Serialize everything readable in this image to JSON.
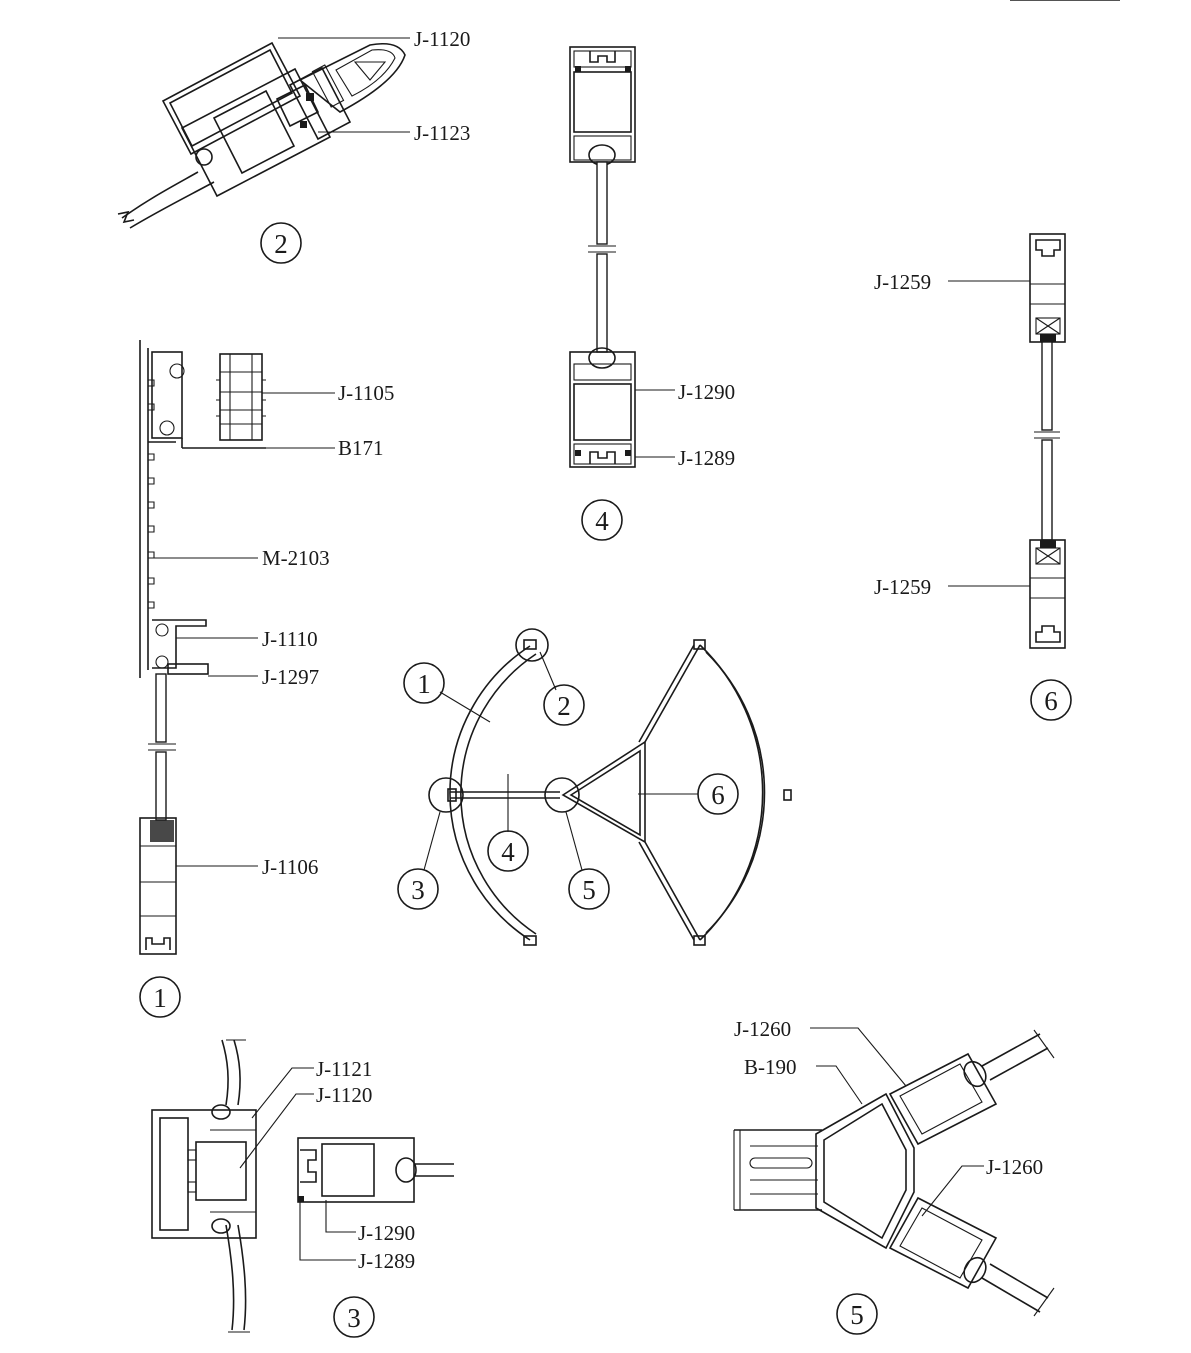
{
  "callouts": {
    "d2_top": "J-1120",
    "d2_bottom": "J-1123",
    "d1_a": "J-1105",
    "d1_b": "B171",
    "d1_c": "M-2103",
    "d1_d": "J-1110",
    "d1_e": "J-1297",
    "d1_f": "J-1106",
    "d4_a": "J-1290",
    "d4_b": "J-1289",
    "d6_top": "J-1259",
    "d6_bottom": "J-1259",
    "d3_a": "J-1121",
    "d3_b": "J-1120",
    "d3_c": "J-1290",
    "d3_d": "J-1289",
    "d5_a": "J-1260",
    "d5_b": "B-190",
    "d5_c": "J-1260"
  },
  "markers": {
    "m1": "1",
    "m2": "2",
    "m3": "3",
    "m4": "4",
    "m5": "5",
    "m6": "6"
  },
  "plan_markers": {
    "p1": "1",
    "p2": "2",
    "p3": "3",
    "p4": "4",
    "p5": "5",
    "p6": "6"
  }
}
